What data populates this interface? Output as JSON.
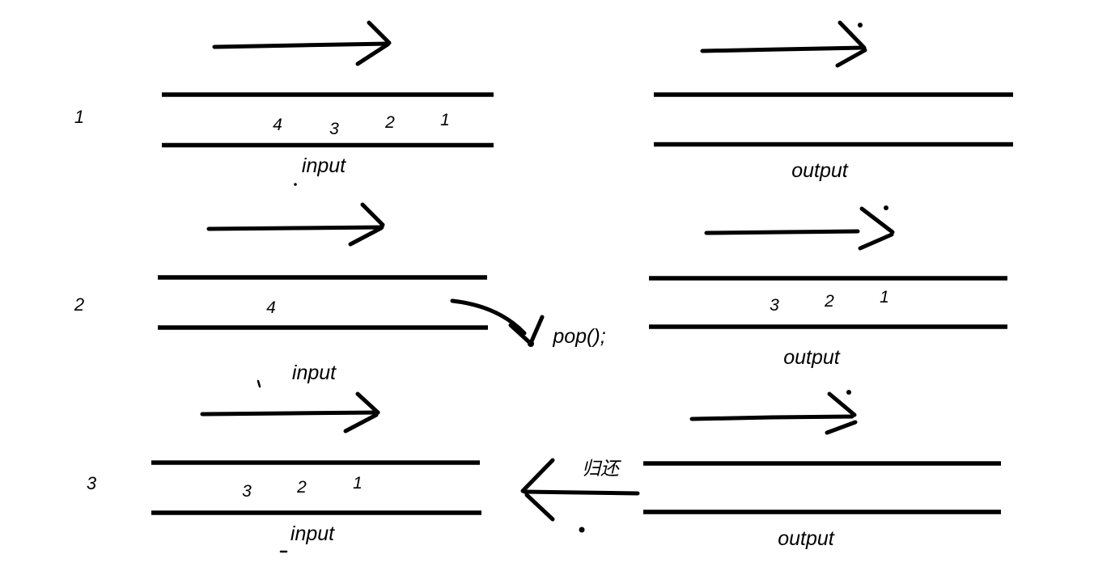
{
  "figure": {
    "ink_color": "#000000",
    "background_color": "#ffffff"
  },
  "steps": [
    {
      "label": "1",
      "input": {
        "caption": "input",
        "items": [
          "4",
          "3",
          "2",
          "1"
        ]
      },
      "output": {
        "caption": "output",
        "items": []
      }
    },
    {
      "label": "2",
      "input": {
        "caption": "input",
        "items": [
          "4"
        ]
      },
      "output": {
        "caption": "output",
        "items": [
          "3",
          "2",
          "1"
        ]
      },
      "pop_label": "pop();"
    },
    {
      "label": "3",
      "input": {
        "caption": "input",
        "items": [
          "3",
          "2",
          "1"
        ]
      },
      "output": {
        "caption": "output",
        "items": []
      },
      "return_label": "归还"
    }
  ]
}
